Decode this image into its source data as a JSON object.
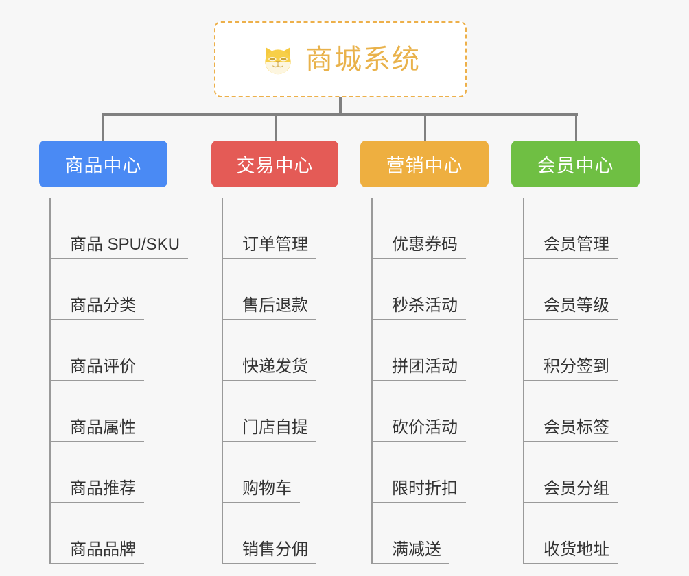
{
  "root": {
    "title": "商城系统",
    "icon": "shiba-dog-icon",
    "title_color": "#e9b24b",
    "border_color": "#edb04a",
    "background": "#ffffff"
  },
  "canvas": {
    "background": "#f7f7f7",
    "connector_color": "#808080",
    "rail_color": "#9a9a9a",
    "label_color": "#333333"
  },
  "columns": [
    {
      "title": "商品中心",
      "color": "#4a8af4",
      "items": [
        {
          "label": "商品 SPU/SKU"
        },
        {
          "label": "商品分类"
        },
        {
          "label": "商品评价"
        },
        {
          "label": "商品属性"
        },
        {
          "label": "商品推荐"
        },
        {
          "label": "商品品牌"
        }
      ]
    },
    {
      "title": "交易中心",
      "color": "#e45b56",
      "items": [
        {
          "label": "订单管理"
        },
        {
          "label": "售后退款"
        },
        {
          "label": "快递发货"
        },
        {
          "label": "门店自提"
        },
        {
          "label": "购物车"
        },
        {
          "label": "销售分佣"
        }
      ]
    },
    {
      "title": "营销中心",
      "color": "#eeaf40",
      "items": [
        {
          "label": "优惠券码"
        },
        {
          "label": "秒杀活动"
        },
        {
          "label": "拼团活动"
        },
        {
          "label": "砍价活动"
        },
        {
          "label": "限时折扣"
        },
        {
          "label": "满减送"
        }
      ]
    },
    {
      "title": "会员中心",
      "color": "#6fbf43",
      "items": [
        {
          "label": "会员管理"
        },
        {
          "label": "会员等级"
        },
        {
          "label": "积分签到"
        },
        {
          "label": "会员标签"
        },
        {
          "label": "会员分组"
        },
        {
          "label": "收货地址"
        }
      ]
    }
  ]
}
